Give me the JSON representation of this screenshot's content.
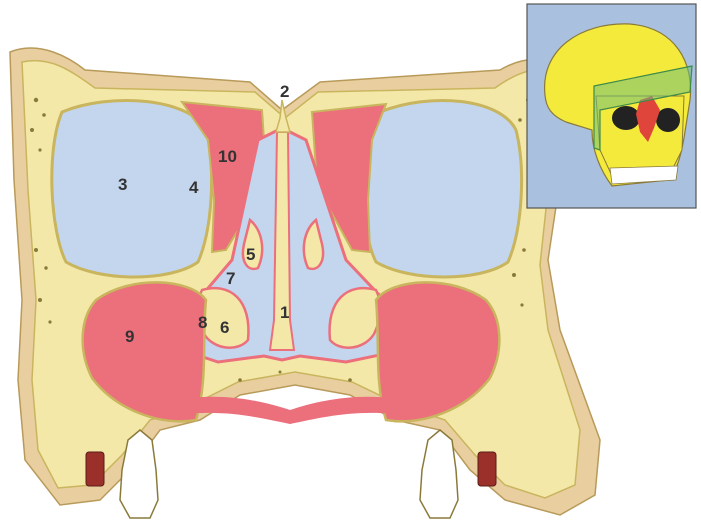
{
  "diagram": {
    "colors": {
      "bone": "#f3e8a8",
      "bone_edge": "#c9b55e",
      "soft_tissue": "#e9cfa0",
      "sinus_air": "#c3d6ee",
      "mucosa": "#ec6f7c",
      "cortex": "#8a7a3a",
      "skull_yellow": "#f4ea3c",
      "plane_green": "#6fc07a",
      "inset_bg": "#a9c0de"
    },
    "labels": [
      {
        "id": "1",
        "text": "1"
      },
      {
        "id": "2",
        "text": "2"
      },
      {
        "id": "3",
        "text": "3"
      },
      {
        "id": "4",
        "text": "4"
      },
      {
        "id": "5",
        "text": "5"
      },
      {
        "id": "6",
        "text": "6"
      },
      {
        "id": "7",
        "text": "7"
      },
      {
        "id": "8",
        "text": "8"
      },
      {
        "id": "9",
        "text": "9"
      },
      {
        "id": "10",
        "text": "10"
      }
    ],
    "inset": {
      "icon": "skull-with-coronal-plane-icon"
    }
  }
}
